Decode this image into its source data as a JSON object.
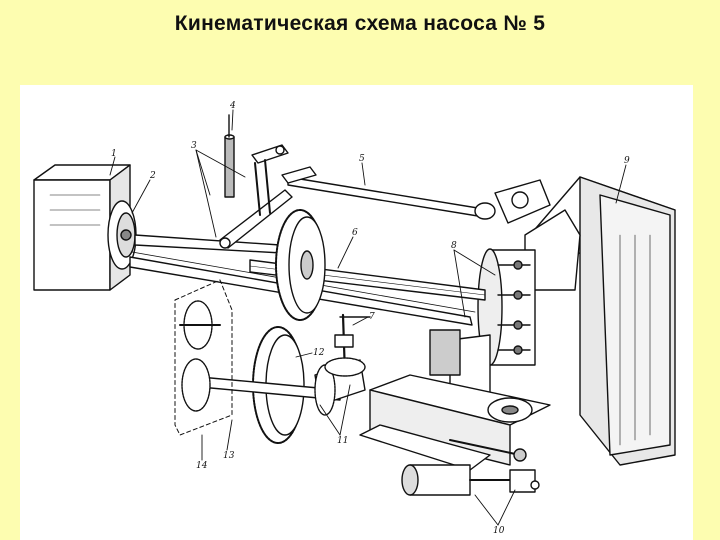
{
  "slide": {
    "title": "Кинематическая схема насоса № 5"
  },
  "diagram": {
    "labels": [
      "1",
      "2",
      "3",
      "4",
      "5",
      "6",
      "7",
      "8",
      "9",
      "10",
      "11",
      "12",
      "13",
      "14"
    ]
  },
  "colors": {
    "background": "#fdfdb0",
    "frame": "#ffffff",
    "ink": "#111111"
  }
}
